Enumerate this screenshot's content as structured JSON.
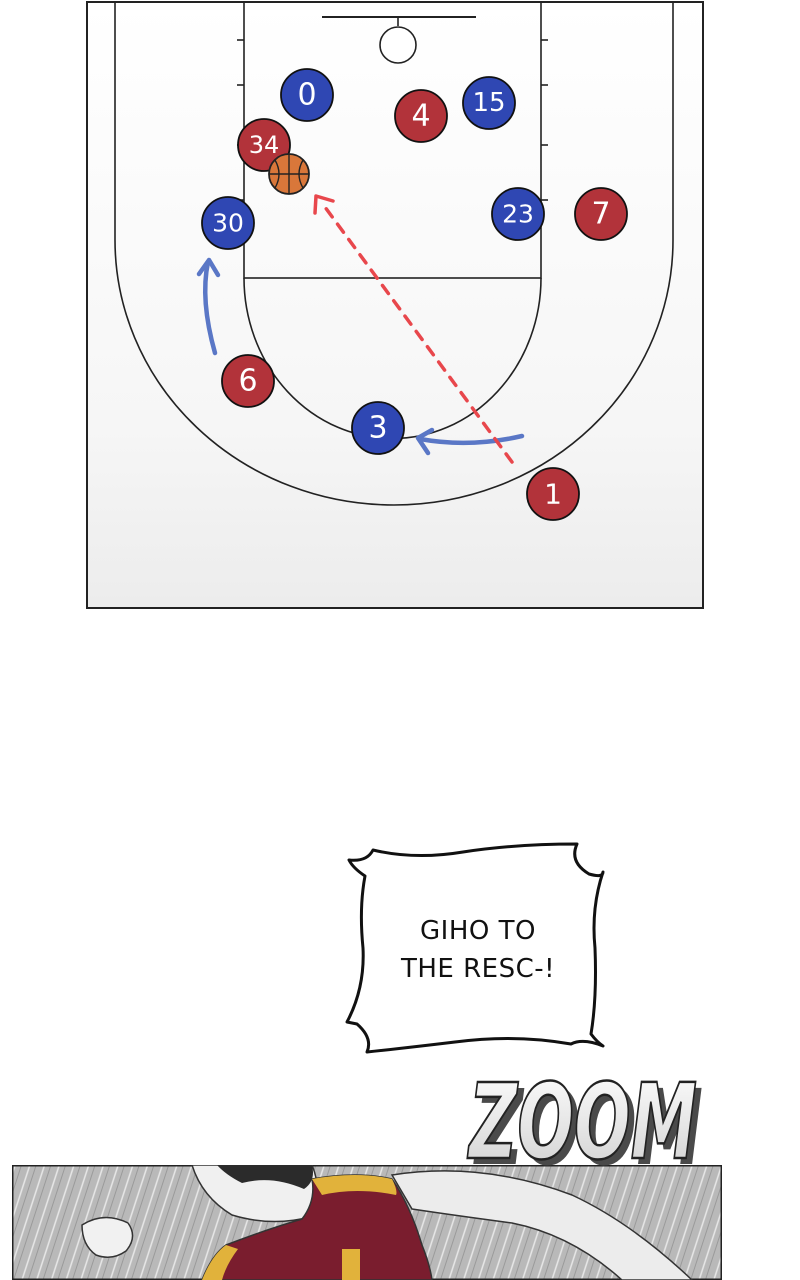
{
  "colors": {
    "team_blue": "#2f47b3",
    "team_red": "#b2333a",
    "court_line": "#222222",
    "pass_arrow": "#e8474c",
    "move_arrow": "#5a77c6",
    "ball": "#d9773a",
    "jersey": "#7a1d2e",
    "jersey_trim": "#e1b23b"
  },
  "court": {
    "players": [
      {
        "number": "0",
        "team": "blue"
      },
      {
        "number": "4",
        "team": "red"
      },
      {
        "number": "15",
        "team": "blue"
      },
      {
        "number": "34",
        "team": "red"
      },
      {
        "number": "30",
        "team": "blue"
      },
      {
        "number": "23",
        "team": "blue"
      },
      {
        "number": "7",
        "team": "red"
      },
      {
        "number": "6",
        "team": "red"
      },
      {
        "number": "3",
        "team": "blue"
      },
      {
        "number": "1",
        "team": "red"
      }
    ],
    "ball_icon": "basketball-icon"
  },
  "speech_bubble": {
    "line1": "GIHO TO",
    "line2": "THE RESC-!"
  },
  "sound_effect": {
    "text": "ZOOM"
  }
}
